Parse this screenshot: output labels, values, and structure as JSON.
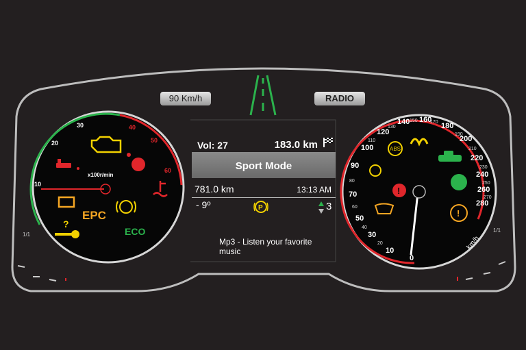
{
  "top": {
    "speed_limit": "90 Km/h",
    "radio_label": "RADIO"
  },
  "center": {
    "volume": "Vol: 27",
    "trip": "183.0 km",
    "mode": "Sport Mode",
    "odometer": "781.0 km",
    "clock": "13:13 AM",
    "outside_temp": "- 9º",
    "gear": "3",
    "media": "Mp3 - Listen your favorite music"
  },
  "tach": {
    "ticks": [
      "10",
      "20",
      "30",
      "40",
      "50",
      "60"
    ],
    "unit": "x100r/min",
    "epc": "EPC",
    "eco": "ECO",
    "fuel_full": "1/1"
  },
  "speedo": {
    "major": [
      "0",
      "10",
      "30",
      "50",
      "70",
      "90",
      "100",
      "120",
      "140",
      "160",
      "180",
      "200",
      "220",
      "240",
      "260",
      "280"
    ],
    "minor": [
      "20",
      "40",
      "60",
      "80",
      "110",
      "130",
      "150",
      "170",
      "190",
      "210",
      "230",
      "250",
      "270"
    ],
    "unit": "km/h",
    "abs": "ABS",
    "fuel_full": "1/1"
  },
  "colors": {
    "background": "#231f20",
    "warning_red": "#e0262b",
    "amber": "#f5a623",
    "yellow": "#f2d100",
    "green": "#2bb24c",
    "needle_red": "#e0262b"
  }
}
